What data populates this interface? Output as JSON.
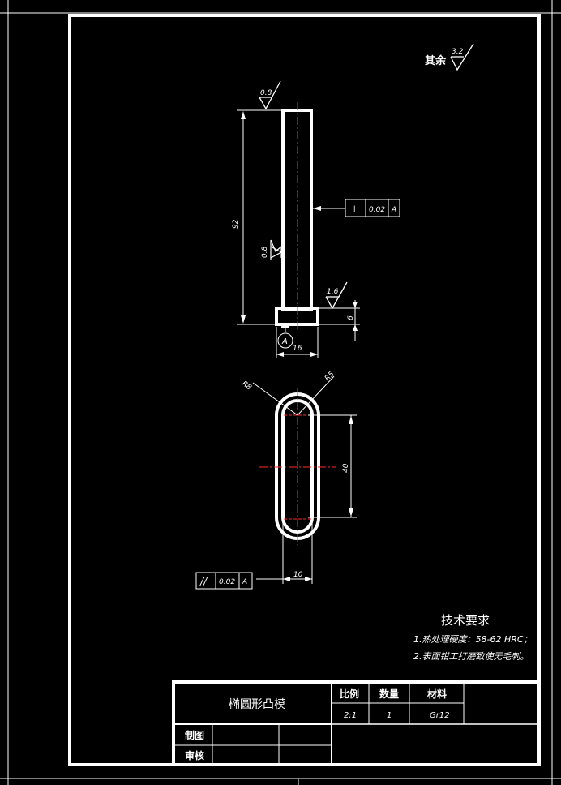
{
  "drawing": {
    "roughness_default": {
      "label": "其余",
      "value": "3.2"
    },
    "roughness": {
      "top": "0.8",
      "side": "0.8",
      "step": "1.6"
    },
    "dimensions": {
      "length": "92",
      "height": "6",
      "diameter": "16",
      "radius_outer": "R8",
      "radius_inner": "R5",
      "slot_length": "40",
      "slot_width": "10"
    },
    "datum": "A",
    "tolerances": {
      "perpendicularity": {
        "symbol": "⊥",
        "value": "0.02",
        "datum": "A"
      },
      "parallelism": {
        "symbol": "//",
        "value": "0.02",
        "datum": "A"
      }
    },
    "notes": {
      "title": "技术要求",
      "items": [
        "1.热处理硬度：58-62 HRC；",
        "2.表面钳工打磨致使无毛刺。"
      ]
    }
  },
  "title_block": {
    "part_name": "椭圆形凸模",
    "headers": {
      "scale": "比例",
      "quantity": "数量",
      "material": "材料"
    },
    "values": {
      "scale": "2:1",
      "quantity": "1",
      "material": "Gr12"
    },
    "drawn_by": "制图",
    "checked_by": "审核"
  },
  "colors": {
    "background": "#000000",
    "line": "#ffffff",
    "center_line": "#ff2a2a"
  }
}
